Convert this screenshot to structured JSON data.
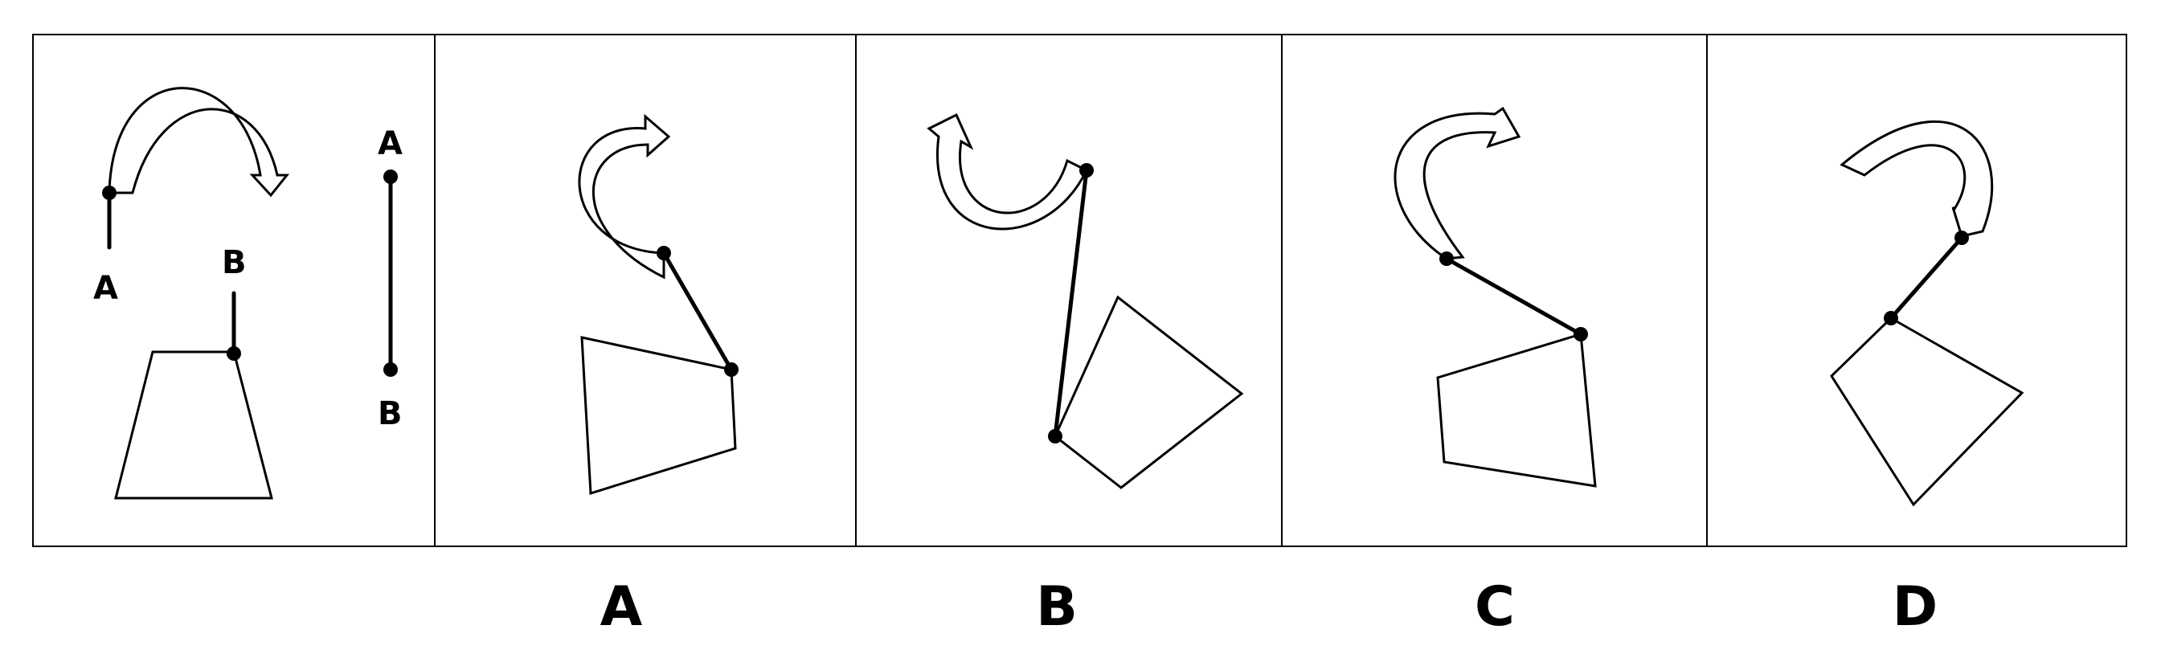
{
  "question_panel": {
    "point_a_label": "A",
    "point_b_label": "B",
    "segment_top_label": "A",
    "segment_bottom_label": "B"
  },
  "options": [
    {
      "label": "A"
    },
    {
      "label": "B"
    },
    {
      "label": "C"
    },
    {
      "label": "D"
    }
  ],
  "colors": {
    "line": "#000000",
    "background": "#ffffff"
  }
}
